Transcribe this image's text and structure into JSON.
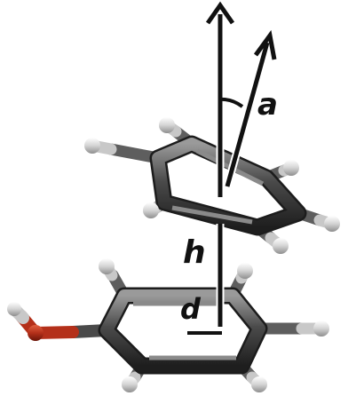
{
  "labels": {
    "angle": "a",
    "height": "h",
    "displacement": "d"
  },
  "colors": {
    "carbon": "#3a3a3a",
    "hydrogen": "#d8d8d8",
    "oxygen": "#b4301a",
    "arrow": "#111111",
    "background": "#ffffff"
  },
  "molecules": [
    "benzene",
    "phenol"
  ]
}
